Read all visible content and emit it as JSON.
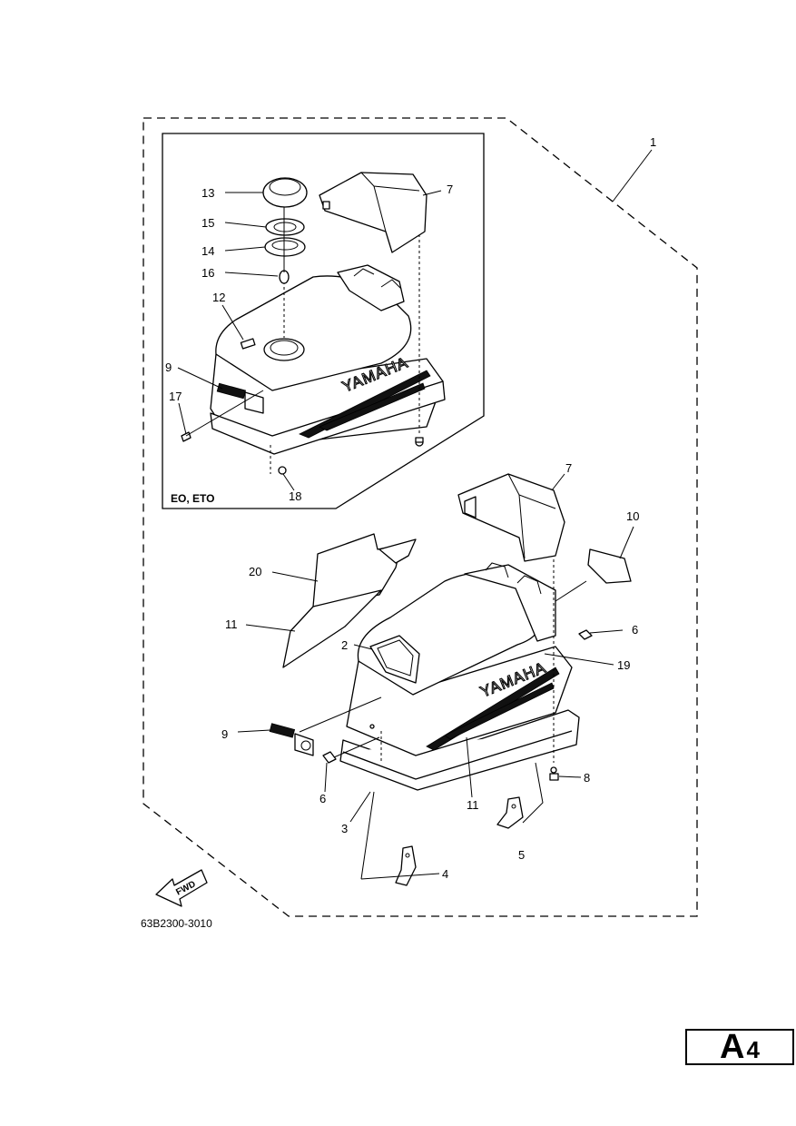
{
  "inset_label": "EO, ETO",
  "drawing_code": "63B2300-3010",
  "brand_text": "YAMAHA",
  "fwd_text": "FWD",
  "page_tag": {
    "letter": "A",
    "number": "4"
  },
  "callouts": {
    "c1": "1",
    "c2": "2",
    "c3": "3",
    "c4": "4",
    "c5": "5",
    "c6a": "6",
    "c6b": "6",
    "c7a": "7",
    "c7b": "7",
    "c8": "8",
    "c9a": "9",
    "c9b": "9",
    "c10": "10",
    "c11a": "11",
    "c11b": "11",
    "c12": "12",
    "c13": "13",
    "c14": "14",
    "c15": "15",
    "c16": "16",
    "c17": "17",
    "c18": "18",
    "c19": "19",
    "c20": "20"
  }
}
